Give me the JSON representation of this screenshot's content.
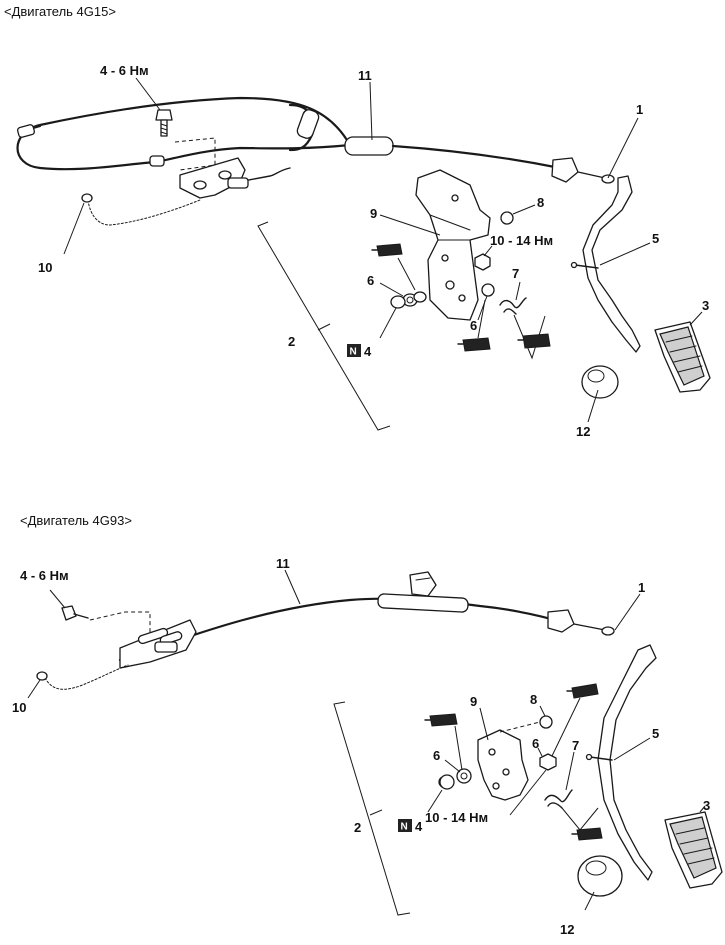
{
  "sections": [
    {
      "title": "<Двигатель 4G15>",
      "torque_bolt": "4 - 6 Нм",
      "torque_nut": "10 - 14 Нм",
      "callouts": [
        "1",
        "2",
        "3",
        "4",
        "5",
        "6",
        "6",
        "7",
        "8",
        "9",
        "10",
        "11",
        "12"
      ],
      "n_marker": "N"
    },
    {
      "title": "<Двигатель 4G93>",
      "torque_bolt": "4 - 6 Нм",
      "torque_nut": "10 - 14 Нм",
      "callouts": [
        "1",
        "2",
        "3",
        "4",
        "5",
        "6",
        "6",
        "7",
        "8",
        "9",
        "10",
        "11",
        "12"
      ],
      "n_marker": "N"
    }
  ]
}
